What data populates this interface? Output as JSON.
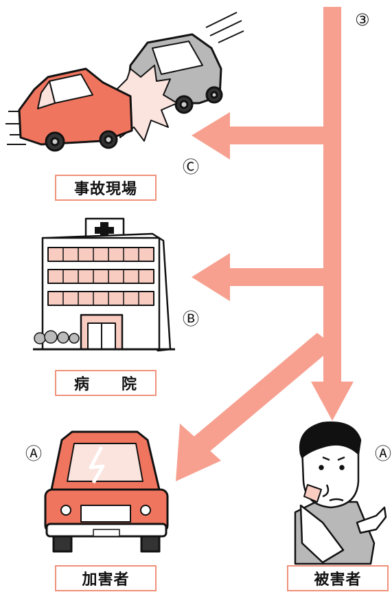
{
  "labels": {
    "accident_site": "事故現場",
    "hospital": "病　　院",
    "perpetrator": "加害者",
    "victim": "被害者"
  },
  "markers": {
    "three": "③",
    "c": "Ⓒ",
    "b": "Ⓑ",
    "a_left": "Ⓐ",
    "a_right": "Ⓐ"
  },
  "colors": {
    "arrow": "#f7a090",
    "label_border": "#f0917a",
    "car_red": "#f0755f",
    "car_gray": "#b8b8b8",
    "hospital_pink": "#f9ccc2"
  }
}
